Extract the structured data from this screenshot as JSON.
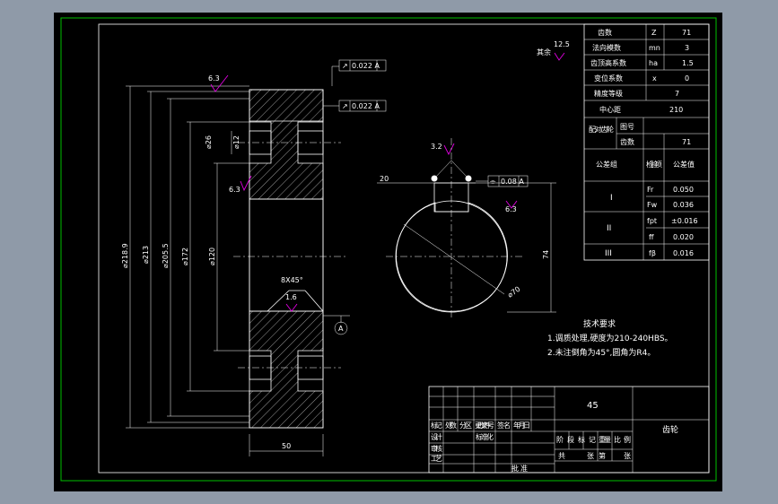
{
  "colors": {
    "background": "#8f9aa8",
    "canvas": "#000000",
    "line": "#ffffff",
    "frame": "#00c000",
    "annotation": "#e000e0"
  },
  "drawing": {
    "roughness": {
      "r63a": "6.3",
      "r63b": "6.3",
      "r63c": "6.3",
      "r16": "1.6",
      "r32": "3.2",
      "other_label": "其余",
      "other_value": "12.5"
    },
    "tolerance": {
      "runout_top": "0.022 A",
      "runout_mid": "0.022 A",
      "key_sym": "0.08 A",
      "runout_sym": "↗",
      "sym_sym": "⌯"
    },
    "dims": {
      "d_tip": "⌀218.9",
      "d_pitch": "⌀213",
      "d_root": "⌀205.5",
      "d_hub": "⌀172",
      "d_bore": "⌀120",
      "d_hole": "⌀26",
      "d_12": "⌀12",
      "chamfer": "8X45°",
      "width": "50",
      "key_width": "20",
      "key_height": "74",
      "bore_circle": "⌀70",
      "datum": "A"
    },
    "notes": {
      "title": "技术要求",
      "line1": "1.调质处理,硬度为210-240HBS。",
      "line2": "2.未注倒角为45°,圆角为R4。"
    }
  },
  "param_table": {
    "rows": [
      {
        "name": "齿数",
        "sym": "Z",
        "val": "71"
      },
      {
        "name": "法向模数",
        "sym": "mn",
        "val": "3"
      },
      {
        "name": "齿顶高系数",
        "sym": "ha",
        "val": "1.5"
      },
      {
        "name": "变位系数",
        "sym": "x",
        "val": "0"
      },
      {
        "name": "精度等级",
        "sym": "",
        "val": "7"
      },
      {
        "name": "中心距",
        "sym": "",
        "val": "210"
      }
    ],
    "mate_label": "配对齿轮",
    "mate_sub1": "图号",
    "mate_sub2": "齿数",
    "mate_val": "71",
    "group_header": "公差组",
    "item_header": "检验项",
    "tol_header": "公差值",
    "groups": [
      {
        "group": "I",
        "items": [
          {
            "sym": "Fr",
            "val": "0.050"
          },
          {
            "sym": "Fw",
            "val": "0.036"
          }
        ]
      },
      {
        "group": "II",
        "items": [
          {
            "sym": "fpt",
            "val": "±0.016"
          },
          {
            "sym": "ff",
            "val": "0.020"
          }
        ]
      },
      {
        "group": "III",
        "items": [
          {
            "sym": "fβ",
            "val": "0.016"
          }
        ]
      }
    ]
  },
  "title_block": {
    "material": "45",
    "part_name": "齿轮",
    "cells": {
      "c1": "标记",
      "c2": "处数",
      "c3": "分区",
      "c4": "更改文件号",
      "c5": "签名",
      "c6": "年月日",
      "c7": "设计",
      "c8": "标准化",
      "c9": "审核",
      "c10": "工艺",
      "c11": "批准",
      "c12": "阶段标记",
      "c13": "重量",
      "c14": "比例",
      "c15": "共 张",
      "c16": "第 张"
    }
  }
}
